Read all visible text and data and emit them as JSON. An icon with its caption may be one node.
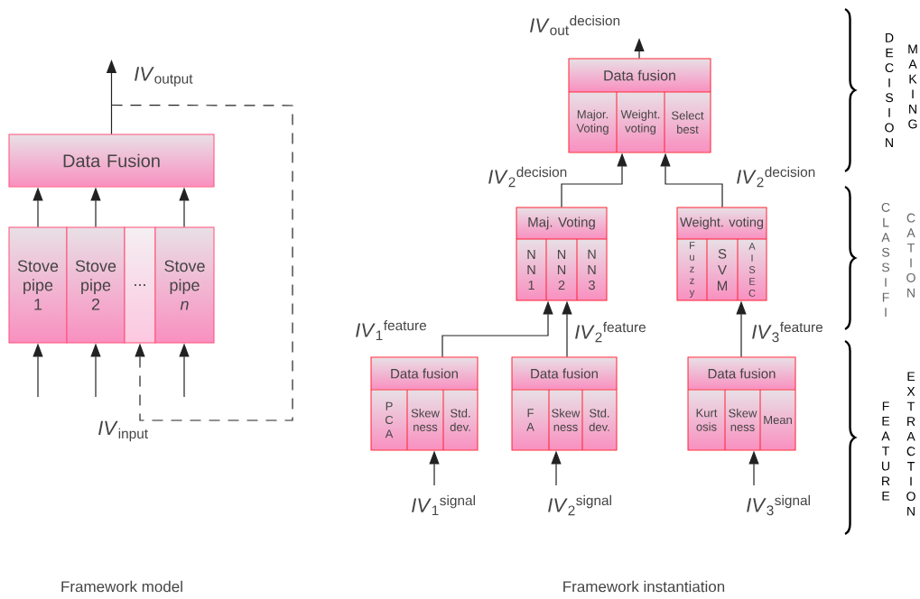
{
  "diagram": {
    "nodes": [
      {
        "text": [
          "Data Fusion"
        ]
      },
      {
        "text": [
          "Stove pipe 1"
        ]
      },
      {
        "text": [
          "Stove pipe 2"
        ]
      },
      {
        "text": [
          "..."
        ]
      },
      {
        "text": [
          "Stove pipe *n*"
        ]
      },
      {
        "text": [
          "Data fusion",
          "Major. Voting",
          "Weight. voting",
          "Select best"
        ]
      },
      {
        "text": [
          "Maj. Voting",
          "N N 1",
          "N N 2",
          "N N 3"
        ]
      },
      {
        "text": [
          "Weight. voting",
          "F u z z y",
          "S V M",
          "A I S E C"
        ]
      },
      {
        "text": [
          "Data fusion",
          "P C A",
          "Skew ness",
          "Std. dev."
        ]
      },
      {
        "text": [
          "Data fusion",
          "F A",
          "Skew ness",
          "Std. dev."
        ]
      },
      {
        "text": [
          "Data fusion",
          "Kurt osis",
          "Skew ness",
          "Mean"
        ]
      }
    ],
    "edges": [
      {
        "from": 0,
        "to": null,
        "arrow": "to"
      },
      {
        "from": 1,
        "to": 0,
        "arrow": "to"
      },
      {
        "from": 2,
        "to": 0,
        "arrow": "to"
      },
      {
        "from": 4,
        "to": 0,
        "arrow": "to"
      },
      {
        "from": 0,
        "to": 3,
        "arrow": "to",
        "style": "dashed"
      },
      {
        "from": null,
        "to": 1,
        "arrow": "to"
      },
      {
        "from": null,
        "to": 2,
        "arrow": "to"
      },
      {
        "from": null,
        "to": 4,
        "arrow": "to"
      },
      {
        "from": 5,
        "to": null,
        "arrow": "to"
      },
      {
        "from": 6,
        "to": 5,
        "arrow": "to"
      },
      {
        "from": 7,
        "to": 5,
        "arrow": "to"
      },
      {
        "from": 8,
        "to": 6,
        "arrow": "to"
      },
      {
        "from": 9,
        "to": 6,
        "arrow": "to"
      },
      {
        "from": 10,
        "to": 7,
        "arrow": "to"
      },
      {
        "from": null,
        "to": 8,
        "arrow": "to"
      },
      {
        "from": null,
        "to": 9,
        "arrow": "to"
      },
      {
        "from": null,
        "to": 10,
        "arrow": "to"
      }
    ],
    "labels": [
      "*IV*$_{output}$",
      "*IV*$_{input}$",
      "*IV*$_{out}$$^{decision}$",
      "*IV*$_{2}$$^{decision}$",
      "*IV*$_{2}$$^{decision}$",
      "*IV*$_{1}$$^{feature}$",
      "*IV*$_{2}$$^{feature}$",
      "*IV*$_{3}$$^{feature}$",
      "*IV*$_{1}$$^{signal}$",
      "*IV*$_{2}$$^{signal}$",
      "*IV*$_{3}$$^{signal}$",
      "D E C I S I O N",
      "M A K I N G",
      "C L A S S I F I",
      "C A T I O N",
      "F E A T U R E",
      "E X T R A C T I O N",
      "Framework model",
      "Framework instantiation"
    ]
  }
}
